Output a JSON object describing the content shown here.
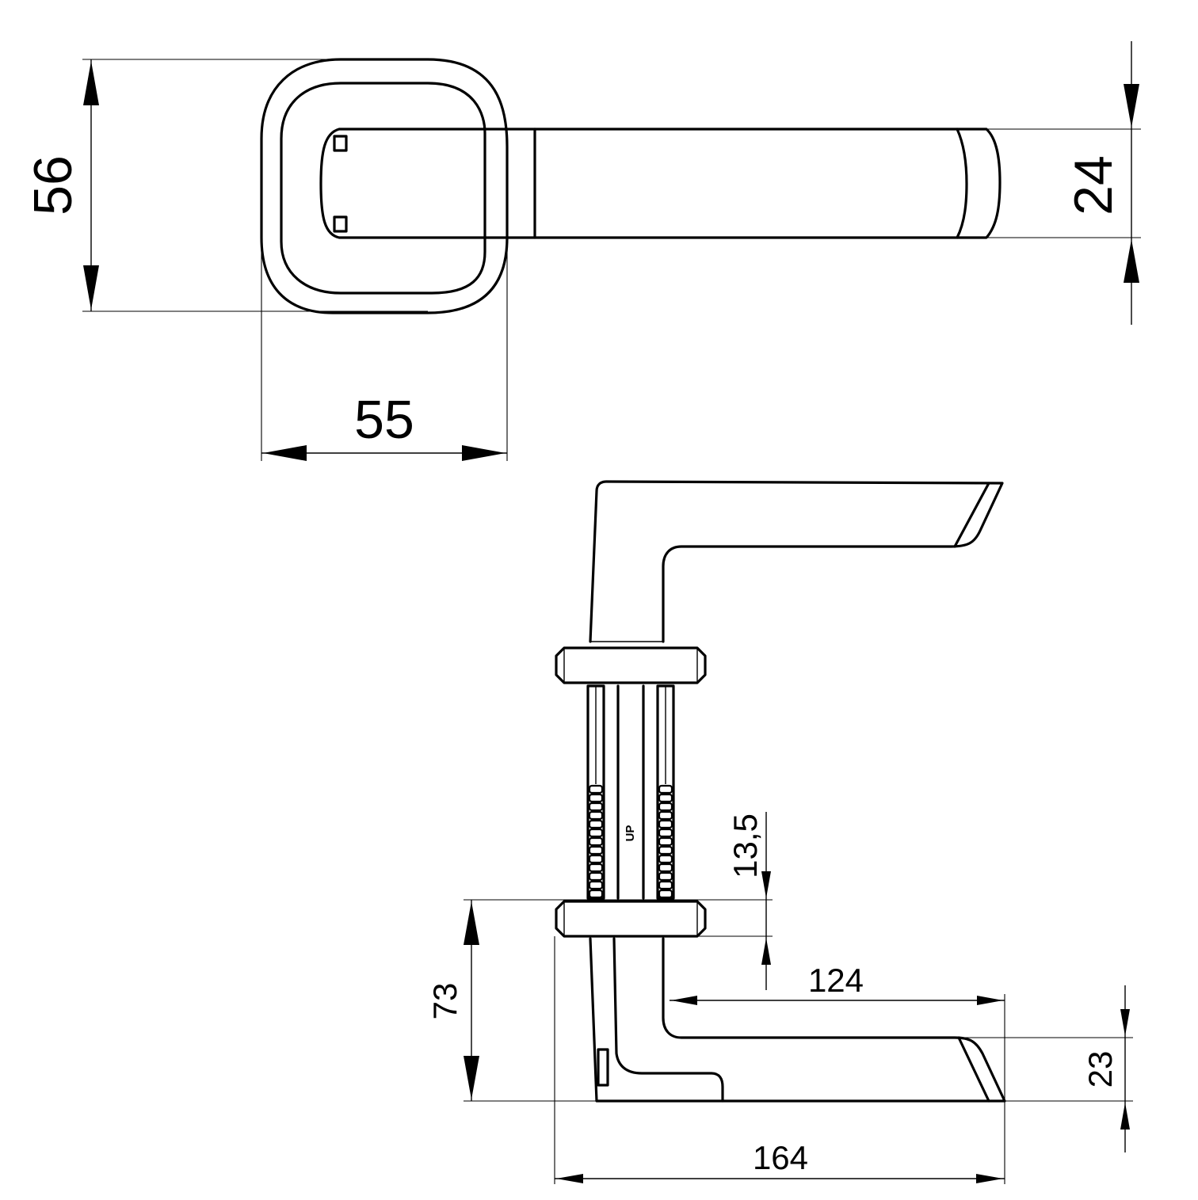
{
  "top_view": {
    "dimensions": {
      "rose_height": "56",
      "rose_width": "55",
      "lever_width": "24"
    }
  },
  "side_view": {
    "spindle_mark": "UP",
    "dimensions": {
      "rose_thickness": "13,5",
      "projection": "73",
      "grip_length": "124",
      "total_length": "164",
      "lever_thickness": "23"
    }
  }
}
